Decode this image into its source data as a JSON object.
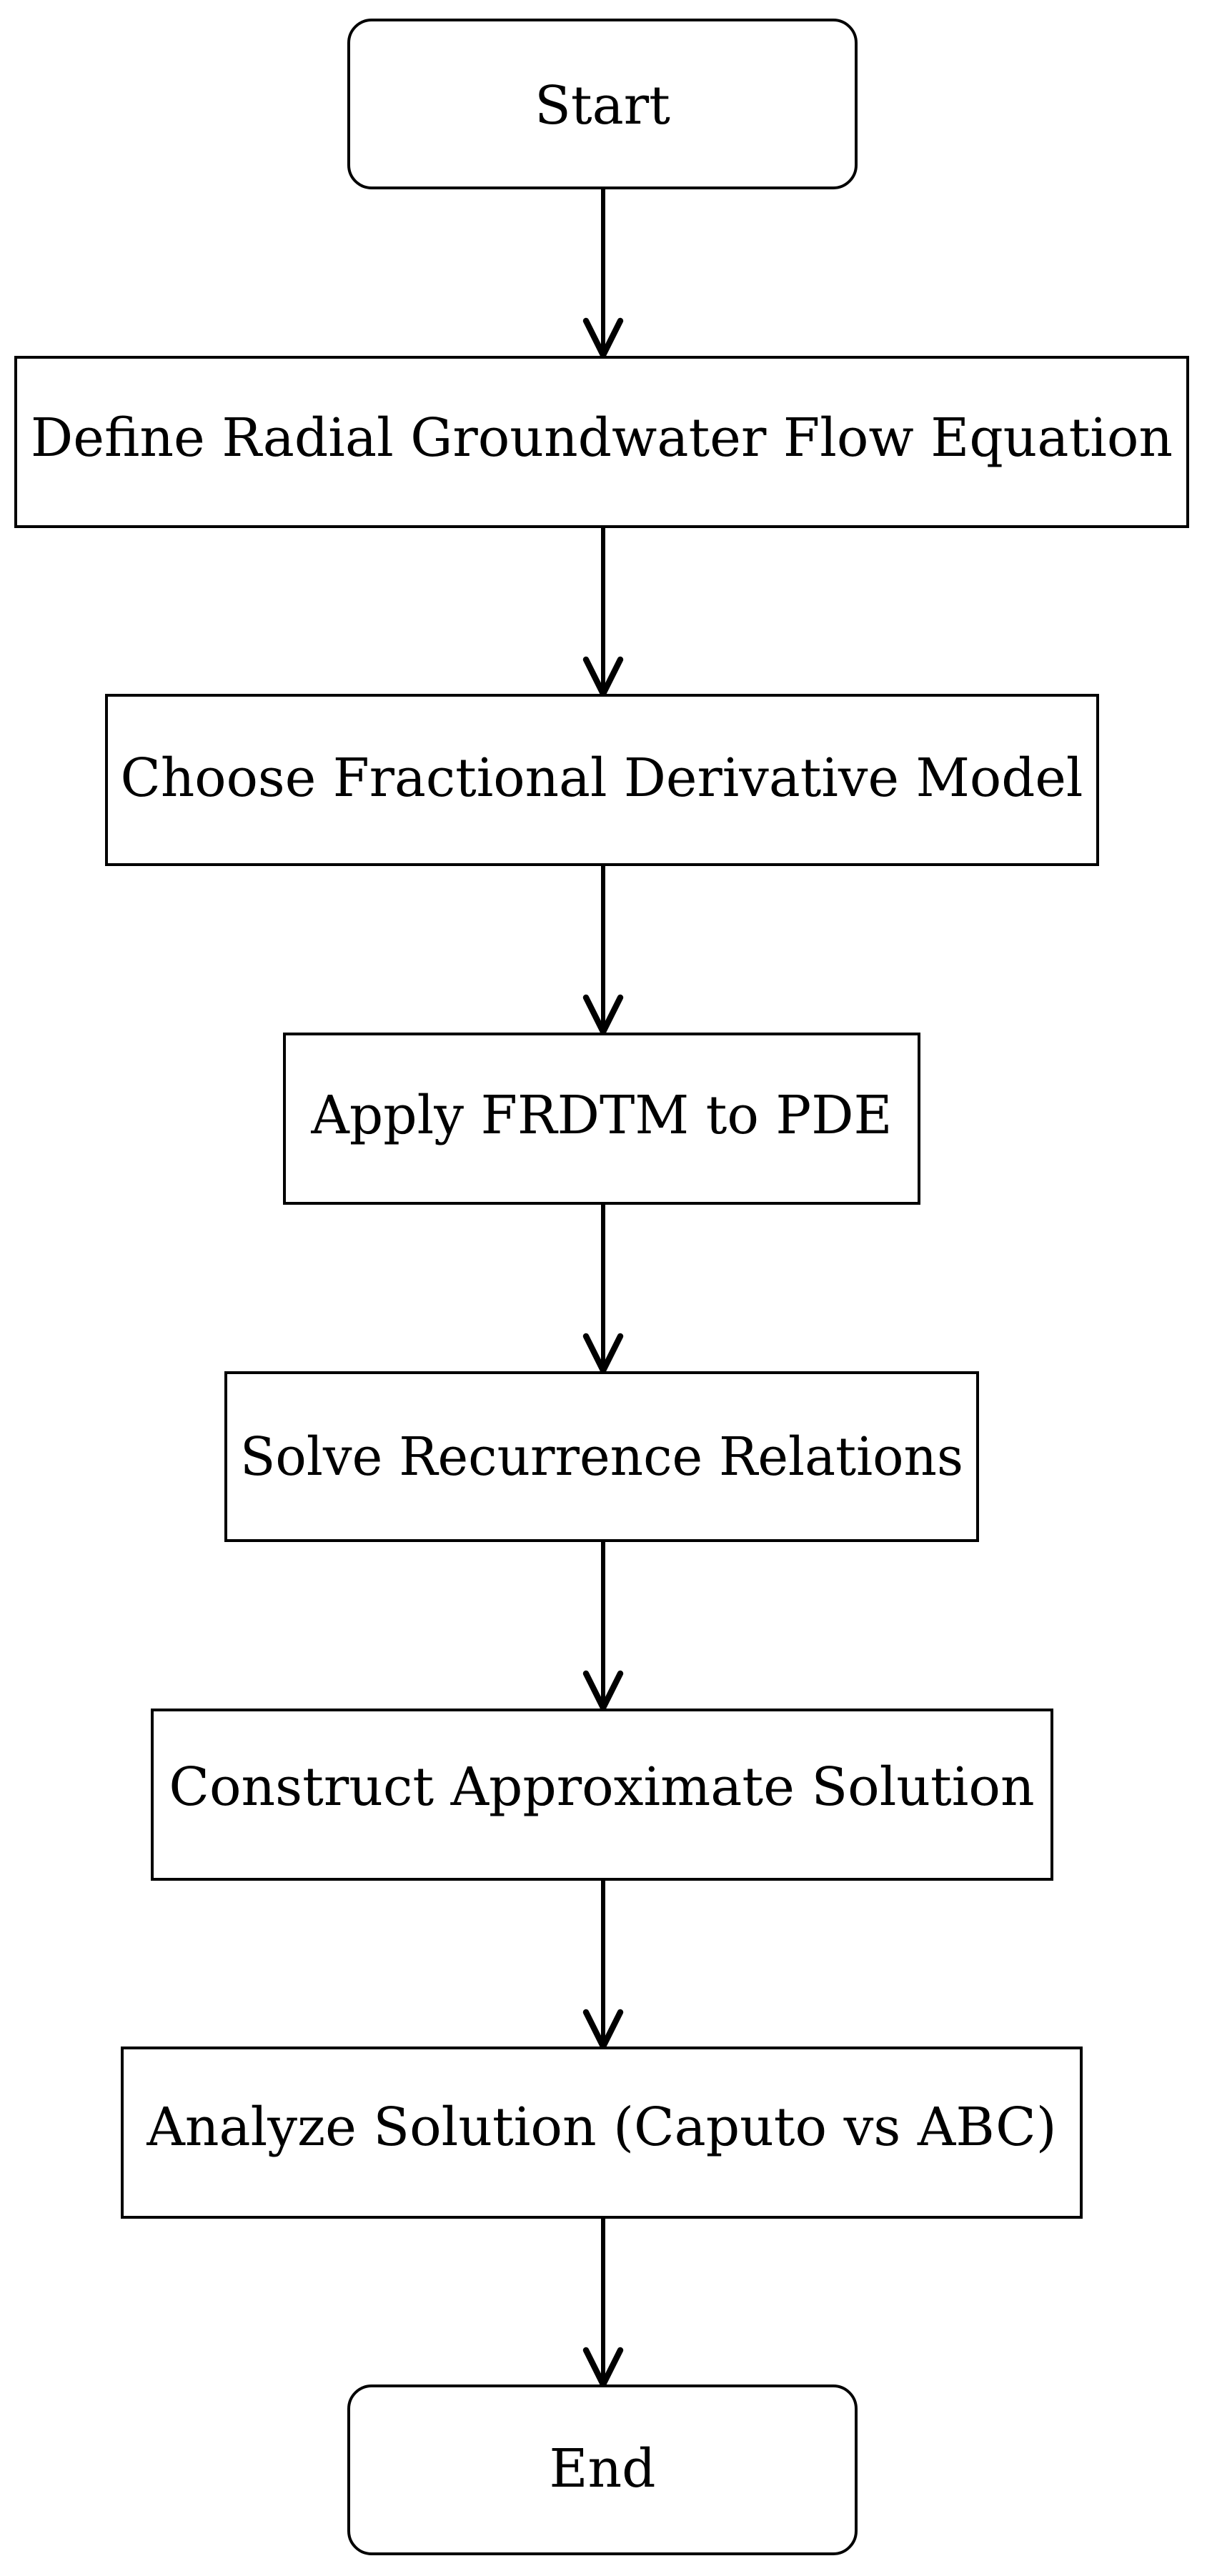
{
  "flowchart": {
    "nodes": [
      {
        "id": "start",
        "label": "Start",
        "shape": "terminal"
      },
      {
        "id": "define",
        "label": "Define Radial Groundwater Flow Equation",
        "shape": "process"
      },
      {
        "id": "choose",
        "label": "Choose Fractional Derivative Model",
        "shape": "process"
      },
      {
        "id": "apply",
        "label": "Apply FRDTM to PDE",
        "shape": "process"
      },
      {
        "id": "solve",
        "label": "Solve Recurrence Relations",
        "shape": "process"
      },
      {
        "id": "construct",
        "label": "Construct Approximate Solution",
        "shape": "process"
      },
      {
        "id": "analyze",
        "label": "Analyze Solution (Caputo vs ABC)",
        "shape": "process"
      },
      {
        "id": "end",
        "label": "End",
        "shape": "terminal"
      }
    ],
    "edges": [
      {
        "from": "start",
        "to": "define"
      },
      {
        "from": "define",
        "to": "choose"
      },
      {
        "from": "choose",
        "to": "apply"
      },
      {
        "from": "apply",
        "to": "solve"
      },
      {
        "from": "solve",
        "to": "construct"
      },
      {
        "from": "construct",
        "to": "analyze"
      },
      {
        "from": "analyze",
        "to": "end"
      }
    ],
    "colors": {
      "stroke": "#000000",
      "fill": "#ffffff",
      "text": "#000000"
    }
  }
}
